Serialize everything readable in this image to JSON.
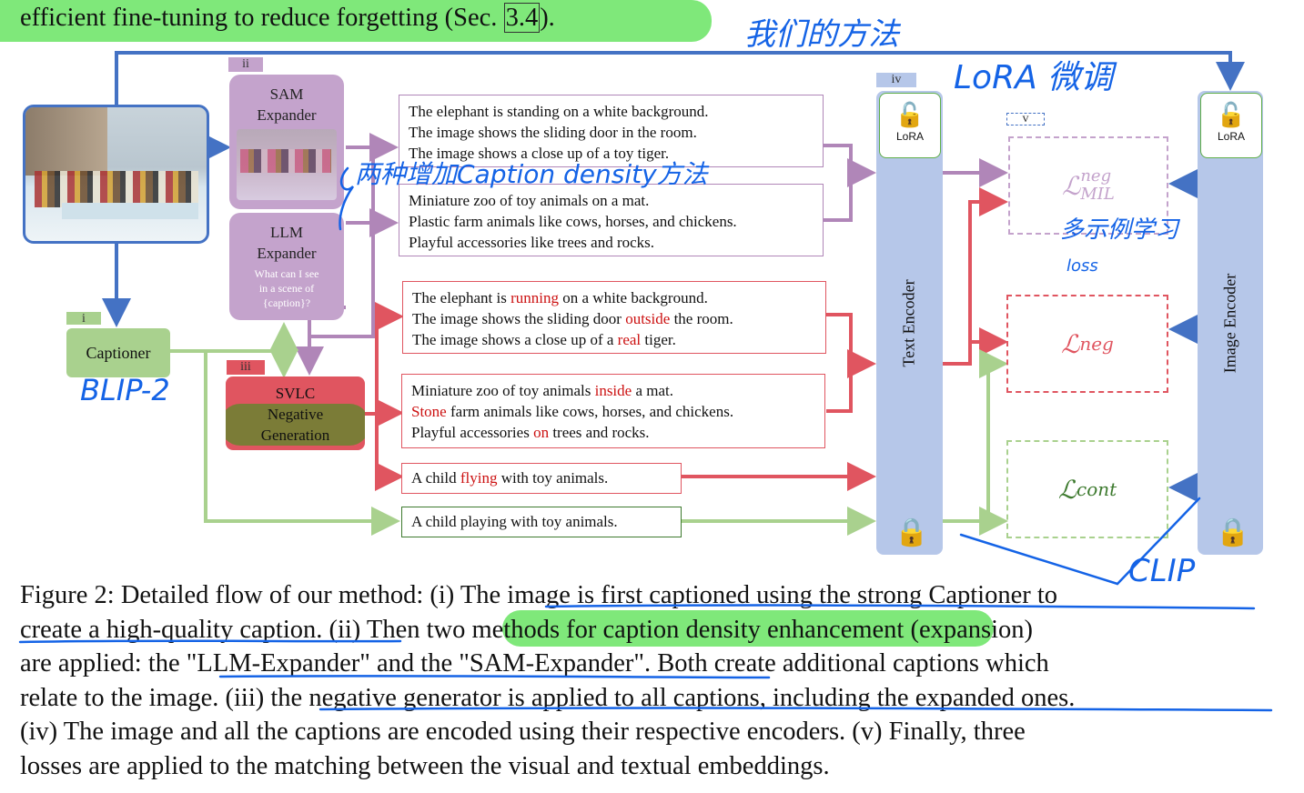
{
  "top_text": {
    "before": "efficient fine-tuning to reduce forgetting (Sec. ",
    "ref": "3.4",
    "after": ")."
  },
  "tags": {
    "i": "i",
    "ii": "ii",
    "iii": "iii",
    "iv": "iv",
    "v": "v"
  },
  "sam": {
    "title": "SAM\nExpander"
  },
  "llm": {
    "title": "LLM\nExpander",
    "prompt": "What can I see\nin a scene of\n{caption}?"
  },
  "captioner": {
    "label": "Captioner"
  },
  "svlc": {
    "label": "SVLC\nNegative\nGeneration"
  },
  "sam_captions": [
    "The elephant is standing on a white background.",
    "The image shows the sliding door in the room.",
    "The image shows a close up of a toy tiger."
  ],
  "llm_captions": [
    "Miniature zoo of toy animals on a mat.",
    "Plastic farm animals like cows, horses, and chickens.",
    "Playful accessories like trees and rocks."
  ],
  "neg_sam_captions": [
    [
      "The elephant is ",
      "running",
      " on a white background."
    ],
    [
      "The image shows the sliding door ",
      "outside",
      " the room."
    ],
    [
      "The image shows a close up of a ",
      "real",
      " tiger."
    ]
  ],
  "neg_llm_captions": [
    [
      "Miniature zoo of toy animals ",
      "inside",
      " a mat."
    ],
    [
      "",
      "Stone",
      " farm animals like cows, horses, and chickens."
    ],
    [
      "Playful accessories ",
      "on",
      " trees and rocks."
    ]
  ],
  "neg_base_caption": [
    "A child ",
    "flying",
    " with toy animals."
  ],
  "base_caption": "A child playing with toy animals.",
  "text_encoder": {
    "label": "Text Encoder",
    "lora": "LoRA"
  },
  "image_encoder": {
    "label": "Image Encoder",
    "lora": "LoRA"
  },
  "losses": {
    "mil": {
      "main": "ℒ",
      "sup": "neg",
      "sub": "MIL"
    },
    "neg": {
      "main": "ℒ",
      "sub": "neg"
    },
    "cont": {
      "main": "ℒ",
      "sub": "cont"
    }
  },
  "figure_caption": [
    "Figure 2: Detailed flow of our method: (i) The image is first captioned using the strong Captioner to",
    "create a high-quality caption. (ii) Then two methods for caption density enhancement (expansion)",
    "are applied: the \"LLM-Expander\" and the \"SAM-Expander\". Both create additional captions which",
    "relate to the image. (iii) the negative generator is applied to all captions, including the expanded ones.",
    "(iv) The image and all the captions are encoded using their respective encoders. (v) Finally, three",
    "losses are applied to the matching between the visual and textual embeddings."
  ],
  "handwritten": {
    "our_method": "我们的方法",
    "lora_ft": "LoRA 微调",
    "density": "两种增加Caption density方法",
    "mil": "多示例学习",
    "loss": "loss",
    "blip": "BLIP-2",
    "clip": "CLIP"
  },
  "colors": {
    "lilac": "#c4a3cc",
    "red_box": "#e05560",
    "green_box": "#a9d18e",
    "encoder": "#b6c7e9",
    "highlight": "#7fe87a",
    "ink": "#1463e6"
  }
}
